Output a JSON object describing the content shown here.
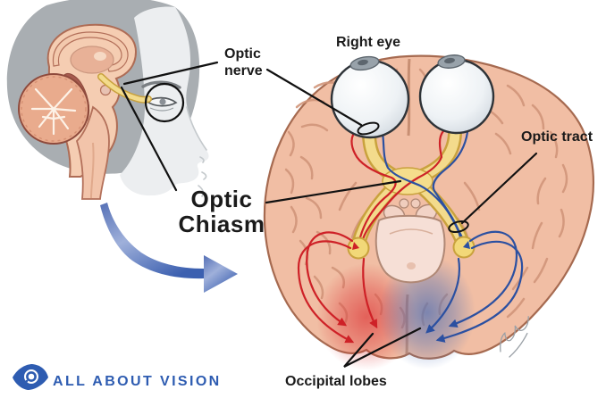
{
  "labels": {
    "right_eye": "Right eye",
    "optic_nerve": {
      "line1": "Optic",
      "line2": "nerve"
    },
    "optic_chiasm": {
      "line1": "Optic",
      "line2": "Chiasm"
    },
    "optic_tract": "Optic tract",
    "occipital_lobes": "Occipital lobes"
  },
  "logo": {
    "text": "ALL ABOUT VISION",
    "icon": "eye-icon",
    "color": "#2e5cb1"
  },
  "icons": {
    "flow_arrow": "curved-arrow-icon",
    "eye_annotation": "eye-circle-annotation",
    "optic_nerve_ring": "nerve-ring-annotation",
    "optic_tract_ring": "tract-ring-annotation",
    "signature": "artist-signature"
  },
  "colors": {
    "background": "#ffffff",
    "label_text": "#1a1a1a",
    "logo_blue": "#2e5cb1",
    "arrow_blue": "#3d61b1",
    "pathway_red": "#ce2127",
    "pathway_blue": "#2b50a1",
    "nerve_yellow": "#f3db8c",
    "brain_surface": "#f1bea4",
    "head_gray": "#a9aeb2"
  }
}
